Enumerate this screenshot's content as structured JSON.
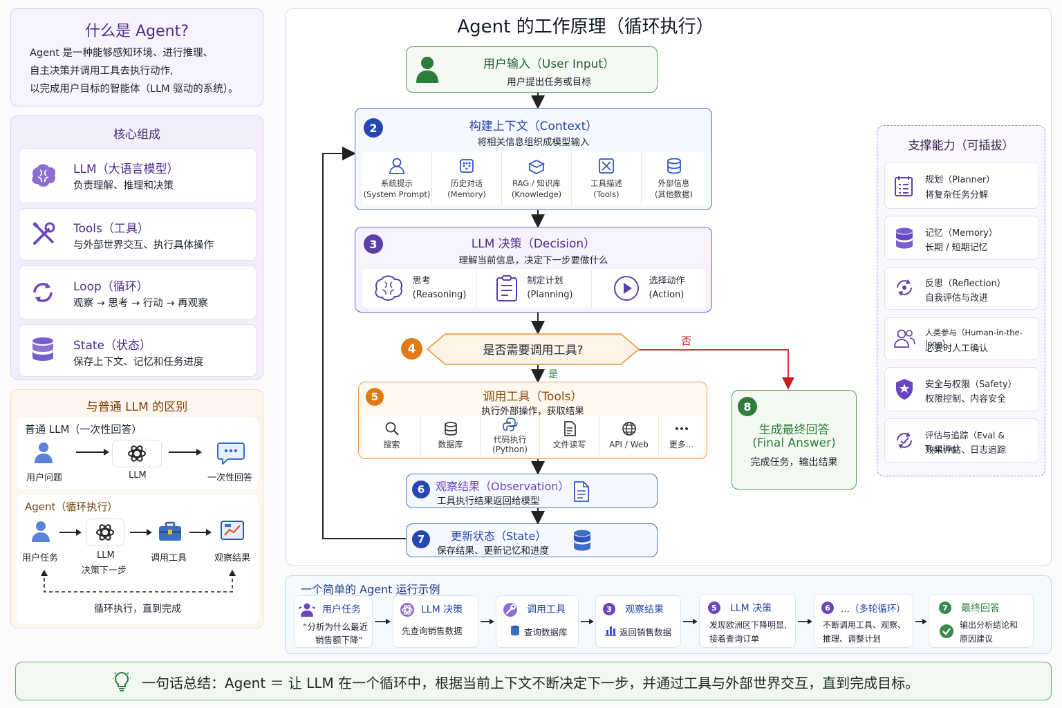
{
  "left": {
    "what": {
      "title": "什么是 Agent?",
      "lines": [
        "Agent 是一种能够感知环境、进行推理、",
        "自主决策并调用工具去执行动作,",
        "以完成用户目标的智能体（LLM 驱动的系统）。"
      ]
    },
    "core": {
      "title": "核心组成",
      "items": [
        {
          "title": "LLM（大语言模型）",
          "desc": "负责理解、推理和决策"
        },
        {
          "title": "Tools（工具）",
          "desc": "与外部世界交互、执行具体操作"
        },
        {
          "title": "Loop（循环）",
          "desc": "观察 → 思考 → 行动 → 再观察"
        },
        {
          "title": "State（状态）",
          "desc": "保存上下文、记忆和任务进度"
        }
      ]
    },
    "diff": {
      "title": "与普通 LLM 的区别",
      "plain_title": "普通 LLM（一次性回答）",
      "plain_labels": [
        "用户问题",
        "LLM",
        "一次性回答"
      ],
      "agent_title": "Agent（循环执行）",
      "agent_labels": [
        "用户任务",
        "LLM",
        "决策下一步",
        "调用工具",
        "观察结果"
      ],
      "loop_label": "循环执行，直到完成"
    }
  },
  "main": {
    "title": "Agent 的工作原理（循环执行）",
    "step1": {
      "title": "用户输入（User Input）",
      "desc": "用户提出任务或目标"
    },
    "step2": {
      "num": "2",
      "title": "构建上下文（Context）",
      "desc": "将相关信息组织成模型输入",
      "items": [
        {
          "a": "系统提示",
          "b": "(System Prompt)"
        },
        {
          "a": "历史对话",
          "b": "(Memory)"
        },
        {
          "a": "RAG / 知识库",
          "b": "(Knowledge)"
        },
        {
          "a": "工具描述",
          "b": "(Tools)"
        },
        {
          "a": "外部信息",
          "b": "(其他数据)"
        }
      ]
    },
    "step3": {
      "num": "3",
      "title": "LLM 决策（Decision）",
      "desc": "理解当前信息，决定下一步要做什么",
      "items": [
        {
          "a": "思考",
          "b": "(Reasoning)"
        },
        {
          "a": "制定计划",
          "b": "(Planning)"
        },
        {
          "a": "选择动作",
          "b": "(Action)"
        }
      ]
    },
    "step4": {
      "num": "4",
      "question": "是否需要调用工具?",
      "yes": "是",
      "no": "否"
    },
    "step5": {
      "num": "5",
      "title": "调用工具（Tools）",
      "desc": "执行外部操作，获取结果",
      "items": [
        {
          "a": "搜索",
          "b": ""
        },
        {
          "a": "数据库",
          "b": ""
        },
        {
          "a": "代码执行",
          "b": "(Python)"
        },
        {
          "a": "文件读写",
          "b": ""
        },
        {
          "a": "API / Web",
          "b": ""
        },
        {
          "a": "更多...",
          "b": ""
        }
      ]
    },
    "step6": {
      "num": "6",
      "title": "观察结果（Observation）",
      "desc": "工具执行结果返回给模型"
    },
    "step7": {
      "num": "7",
      "title": "更新状态（State）",
      "desc": "保存结果、更新记忆和进度"
    },
    "step8": {
      "num": "8",
      "title1": "生成最终回答",
      "title2": "(Final Answer)",
      "desc": "完成任务，输出结果"
    }
  },
  "support": {
    "title": "支撑能力（可插拔）",
    "items": [
      {
        "title": "规划（Planner）",
        "desc": "将复杂任务分解"
      },
      {
        "title": "记忆（Memory）",
        "desc": "长期 / 短期记忆"
      },
      {
        "title": "反思（Reflection）",
        "desc": "自我评估与改进"
      },
      {
        "title": "人类参与（Human-in-the-loop）",
        "desc": "必要时人工确认"
      },
      {
        "title": "安全与权限（Safety）",
        "desc": "权限控制、内容安全"
      },
      {
        "title": "评估与追踪（Eval & Tracing）",
        "desc": "效果评估、日志追踪"
      }
    ]
  },
  "example": {
    "title": "一个简单的 Agent 运行示例",
    "steps": [
      {
        "num": "",
        "title": "用户任务",
        "lines": [
          "“分析为什么最近",
          "销售额下降”"
        ]
      },
      {
        "num": "",
        "title": "LLM 决策",
        "lines": [
          "先查询销售数据"
        ]
      },
      {
        "num": "",
        "title": "调用工具",
        "lines": [
          "查询数据库"
        ]
      },
      {
        "num": "3",
        "title": "观察结果",
        "lines": [
          "返回销售数据"
        ]
      },
      {
        "num": "5",
        "title": "LLM 决策",
        "lines": [
          "发现欧洲区下降明显,",
          "接着查询订单"
        ]
      },
      {
        "num": "6",
        "title": "...（多轮循环）",
        "lines": [
          "不断调用工具、观察、",
          "推理、调整计划"
        ]
      },
      {
        "num": "7",
        "title": "最终回答",
        "lines": [
          "输出分析结论和",
          "原因建议"
        ]
      }
    ]
  },
  "summary": "一句话总结：Agent ＝ 让 LLM 在一个循环中，根据当前上下文不断决定下一步，并通过工具与外部世界交互，直到完成目标。",
  "colors": {
    "purple": "#6b46c1",
    "blue": "#2d55c8",
    "green": "#3a8a4a",
    "orange": "#e07b14",
    "red": "#c81e1e"
  }
}
